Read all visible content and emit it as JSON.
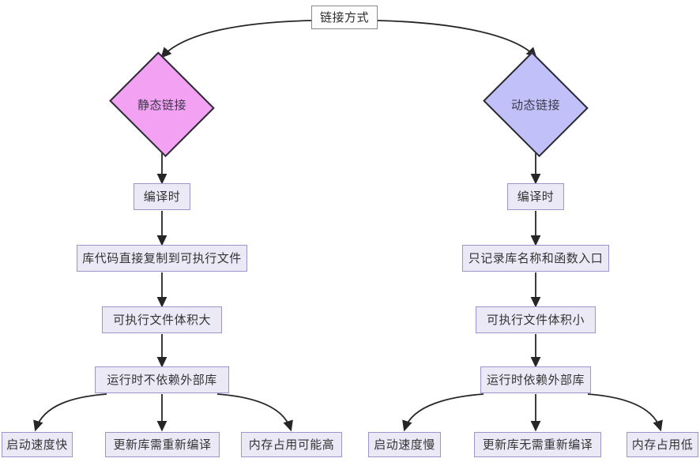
{
  "diagram": {
    "title": "链接方式",
    "root": {
      "label": "链接方式"
    },
    "branches": [
      {
        "id": "static",
        "decision": {
          "label": "静态链接",
          "color": "#f3a1f2"
        },
        "steps": [
          {
            "label": "编译时"
          },
          {
            "label": "库代码直接复制到可执行文件"
          },
          {
            "label": "可执行文件体积大"
          },
          {
            "label": "运行时不依赖外部库"
          }
        ],
        "outcomes": [
          {
            "label": "启动速度快"
          },
          {
            "label": "更新库需重新编译"
          },
          {
            "label": "内存占用可能高"
          }
        ]
      },
      {
        "id": "dynamic",
        "decision": {
          "label": "动态链接",
          "color": "#c2c0f8"
        },
        "steps": [
          {
            "label": "编译时"
          },
          {
            "label": "只记录库名称和函数入口"
          },
          {
            "label": "可执行文件体积小"
          },
          {
            "label": "运行时依赖外部库"
          }
        ],
        "outcomes": [
          {
            "label": "启动速度慢"
          },
          {
            "label": "更新库无需重新编译"
          },
          {
            "label": "内存占用低"
          }
        ]
      }
    ],
    "colors": {
      "node_fill": "#ece9f7",
      "node_border": "#9d94cc",
      "root_fill": "#fdfdfd",
      "root_border": "#8a8a8a",
      "edge": "#262628",
      "static_fill": "#f3a1f2",
      "dynamic_fill": "#c2c0f8",
      "background": "#ffffff"
    }
  }
}
